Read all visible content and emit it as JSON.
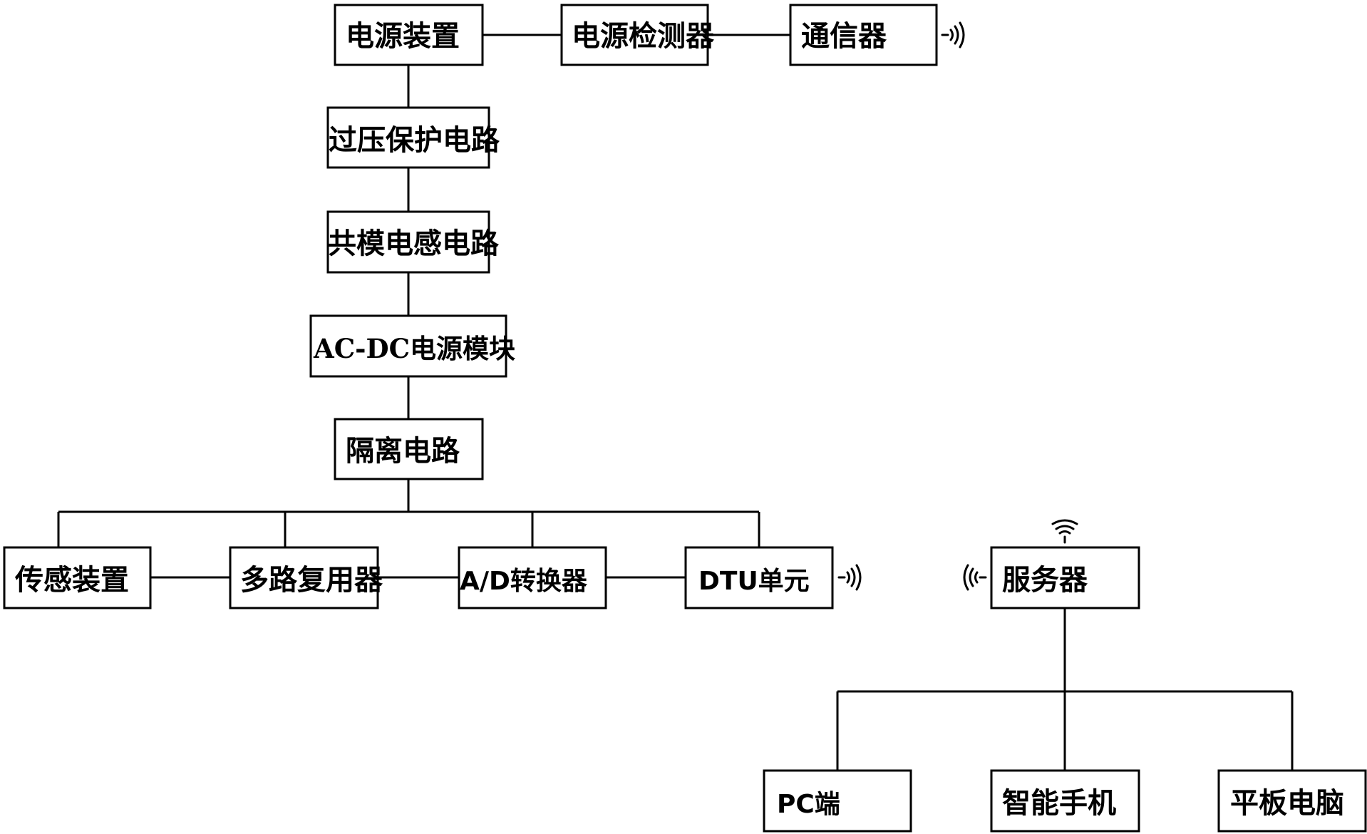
{
  "boxes": {
    "power_device": "电源装置",
    "power_detector": "电源检测器",
    "communicator": "通信器",
    "overvoltage_circuit": "过压保护电路",
    "common_mode_circuit": "共模电感电路",
    "acdc_module": "AC-DC电源模块",
    "isolation_circuit": "隔离电路",
    "sensor_device": "传感装置",
    "multiplexer": "多路复用器",
    "ad_converter": "A/D转换器",
    "dtu_unit": "DTU单元",
    "server": "服务器",
    "pc": "PC端",
    "smartphone": "智能手机",
    "tablet": "平板电脑"
  }
}
